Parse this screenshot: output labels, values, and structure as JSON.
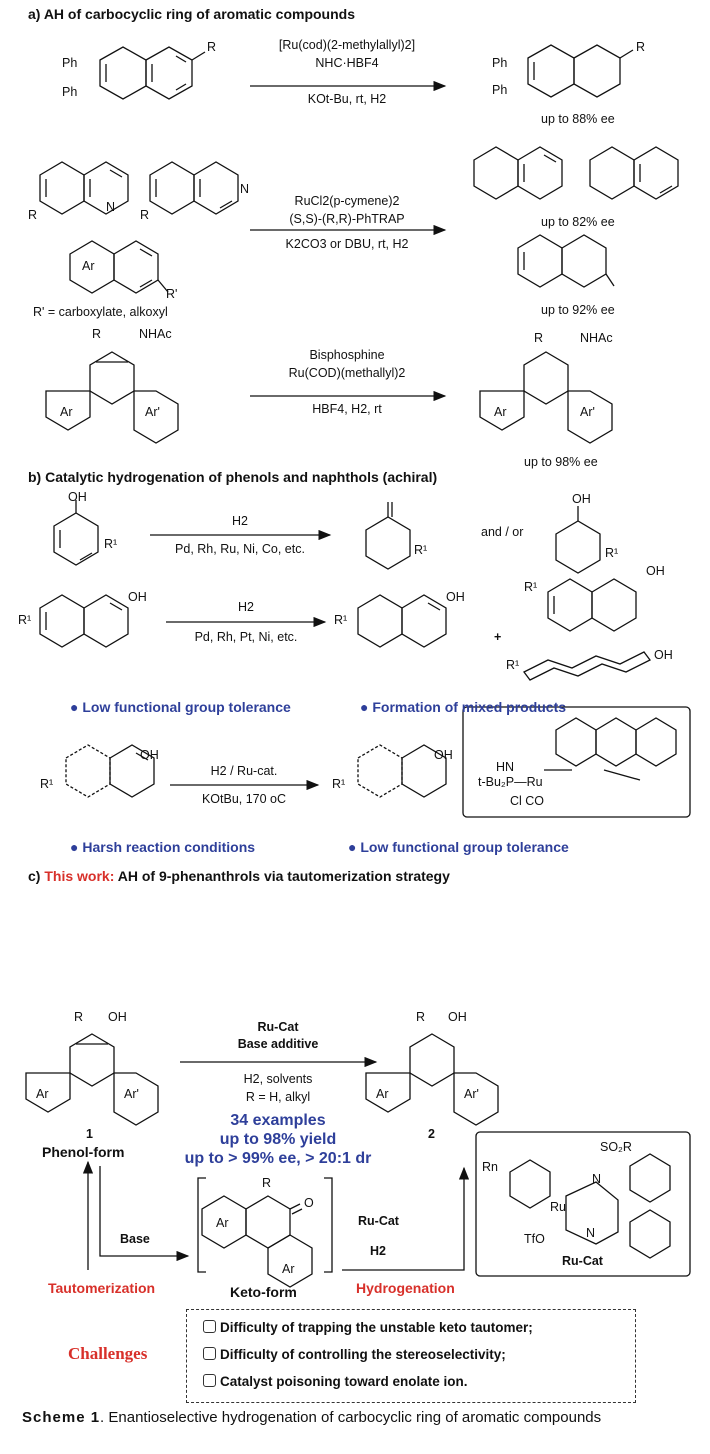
{
  "sections": {
    "a": "a) AH of carbocyclic ring of aromatic compounds",
    "b": "b) Catalytic hydrogenation of phenols and naphthols (achiral)",
    "c_prefix": "c)",
    "c_highlight": "This work:",
    "c_rest": "AH of 9-phenanthrols via tautomerization strategy"
  },
  "a": {
    "r1": {
      "cond1": "[Ru(cod)(2-methylallyl)2]",
      "cond2": "NHC·HBF4",
      "cond3": "KOt-Bu, rt, H2",
      "ee": "up to 88% ee"
    },
    "r2": {
      "cond1": "RuCl2(p-cymene)2",
      "cond2": "(S,S)-(R,R)-PhTRAP",
      "cond3": "K2CO3 or DBU, rt, H2",
      "ee1": "up to 82% ee",
      "ee2": "up to 92% ee",
      "rprime_note": "R' = carboxylate, alkoxyl"
    },
    "r3": {
      "cond1": "Bisphosphine",
      "cond2": "Ru(COD)(methallyl)2",
      "cond3": "HBF4, H2, rt",
      "ee": "up to 98% ee"
    }
  },
  "b": {
    "r1": {
      "cond1": "H2",
      "cond2": "Pd, Rh, Ru, Ni, Co, etc.",
      "andor": "and / or"
    },
    "r2": {
      "cond1": "H2",
      "cond2": "Pd, Rh, Pt, Ni, etc.",
      "plus": "+"
    },
    "bullets1": [
      "Low functional group tolerance",
      "Formation of mixed products"
    ],
    "r3": {
      "cond1": "H2 / Ru-cat.",
      "cond2": "KOtBu, 170 oC"
    },
    "bullets2": [
      "Harsh reaction conditions",
      "Low functional group tolerance"
    ]
  },
  "c": {
    "cond1": "Ru-Cat",
    "cond2": "Base additive",
    "cond3": "H2, solvents",
    "cond4": "R = H, alkyl",
    "label1": "1",
    "phenol": "Phenol-form",
    "label2": "2",
    "summary": [
      "34 examples",
      "up to 98% yield",
      "up to  > 99% ee, > 20:1 dr"
    ],
    "base": "Base",
    "rucat1": "Ru-Cat",
    "h2": "H2",
    "tautomerization": "Tautomerization",
    "keto": "Keto-form",
    "hydrogenation": "Hydrogenation",
    "catalyst_label": "Ru-Cat",
    "challenges_label": "Challenges",
    "challenges": [
      "Difficulty of trapping the unstable keto tautomer;",
      "Difficulty of controlling the stereoselectivity;",
      "Catalyst poisoning toward enolate ion."
    ]
  },
  "caption": {
    "label": "Scheme 1",
    "text": ". Enantioselective hydrogenation of carbocyclic ring of aromatic compounds"
  }
}
